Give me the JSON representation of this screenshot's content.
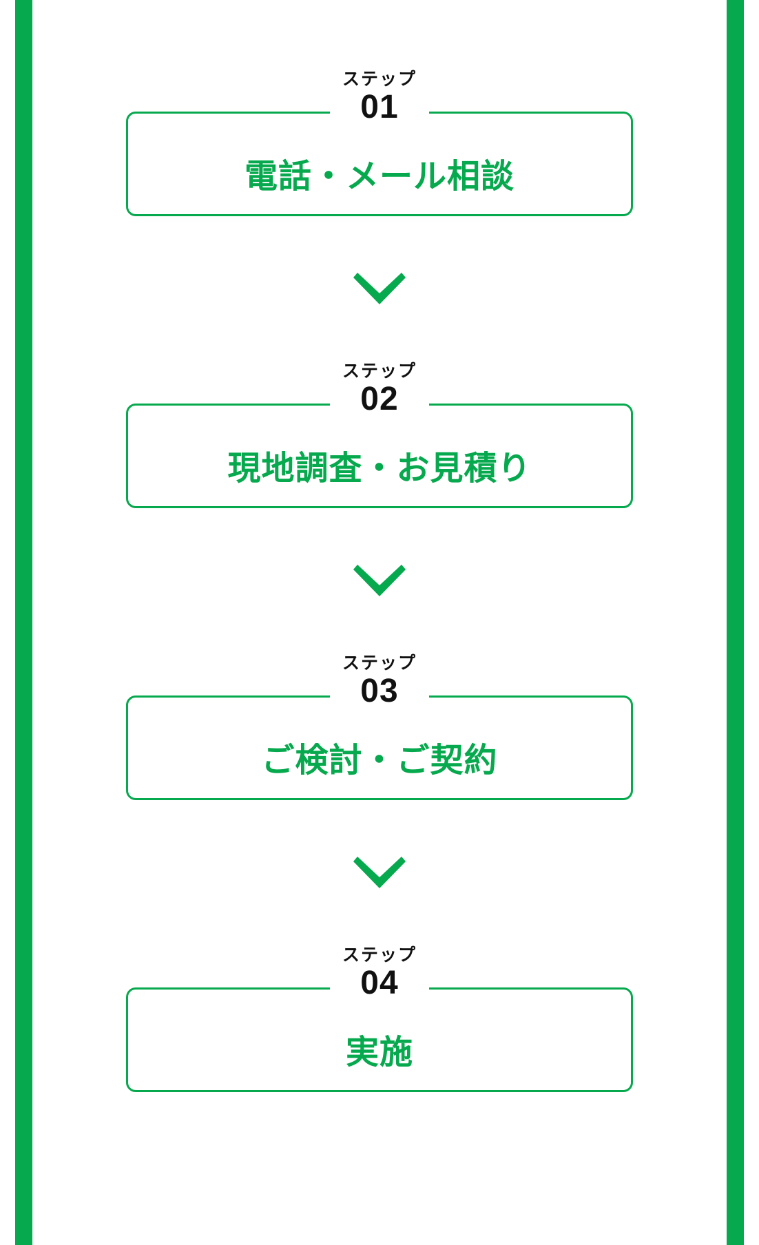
{
  "theme": {
    "brand_green": "#06a94d",
    "text_black": "#111111",
    "background": "#ffffff"
  },
  "decor": {
    "left_rail": "vertical-green-bar",
    "right_rail": "vertical-green-bar",
    "arrow_icon": "chevron-down-icon"
  },
  "flow": {
    "steps": [
      {
        "kicker": "ステップ",
        "number": "01",
        "title": "電話・メール相談"
      },
      {
        "kicker": "ステップ",
        "number": "02",
        "title": "現地調査・お見積り"
      },
      {
        "kicker": "ステップ",
        "number": "03",
        "title": "ご検討・ご契約"
      },
      {
        "kicker": "ステップ",
        "number": "04",
        "title": "実施"
      }
    ]
  }
}
